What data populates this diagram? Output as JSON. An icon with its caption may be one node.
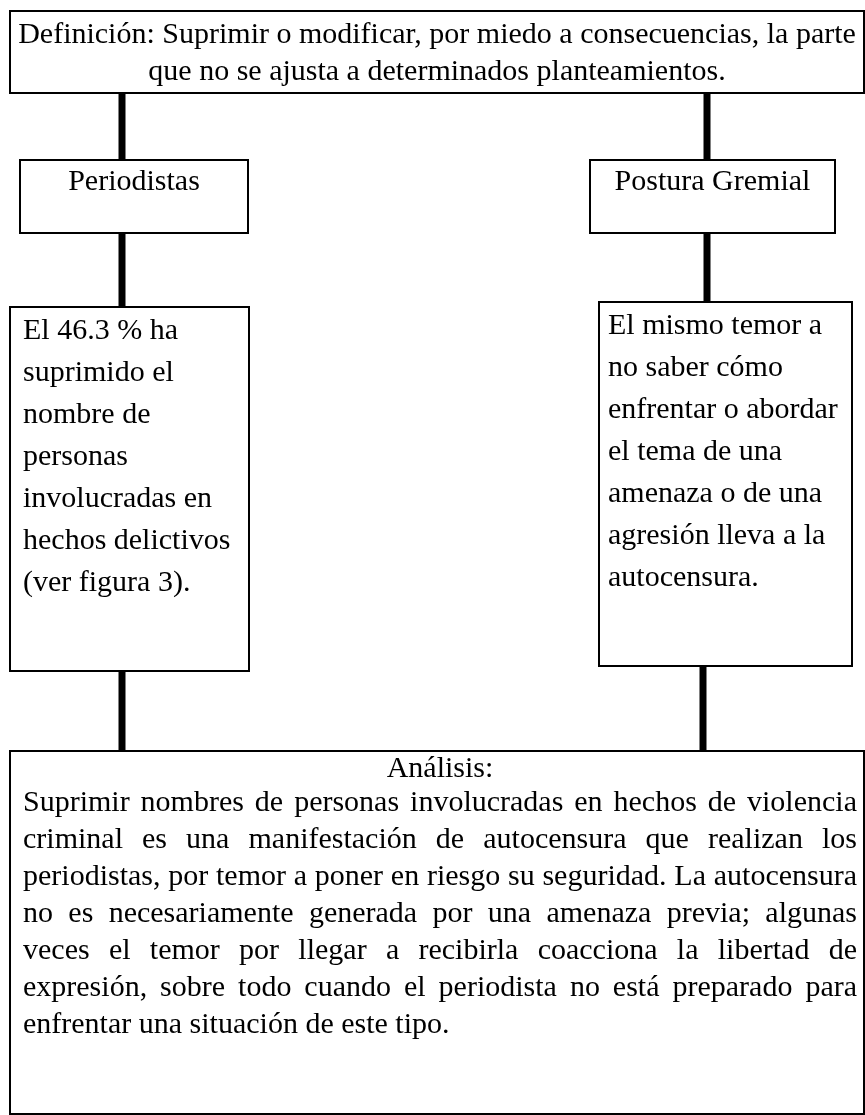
{
  "diagram": {
    "nodes": [
      {
        "text": [
          "Definición: Suprimir o modificar, por miedo a consecuencias, la parte que no se ajusta a determinados planteamientos."
        ]
      },
      {
        "text": [
          "Periodistas"
        ]
      },
      {
        "text": [
          "Postura Gremial"
        ]
      },
      {
        "text": [
          "El 46.3 % ha suprimido el nombre de personas involucradas en hechos delictivos (ver figura 3)."
        ]
      },
      {
        "text": [
          "El mismo temor a no saber cómo enfrentar o abordar el tema de una amenaza o de una agresión lleva a la autocensura."
        ]
      },
      {
        "text": [
          "Análisis:",
          "Suprimir nombres de personas involucradas en hechos de violencia criminal es una manifestación de autocensura que realizan los periodistas, por temor a poner en riesgo su seguridad. La autocensura no es necesariamente generada por una amenaza previa; algunas veces el temor por llegar a recibirla coacciona la libertad de expresión, sobre todo cuando el periodista no está preparado para enfrentar una situación de este tipo."
        ]
      }
    ],
    "edges": [
      {
        "from": 0,
        "to": 1,
        "arrow": "none"
      },
      {
        "from": 0,
        "to": 2,
        "arrow": "none"
      },
      {
        "from": 1,
        "to": 3,
        "arrow": "none"
      },
      {
        "from": 2,
        "to": 4,
        "arrow": "none"
      },
      {
        "from": 3,
        "to": 5,
        "arrow": "none"
      },
      {
        "from": 4,
        "to": 5,
        "arrow": "none"
      }
    ]
  }
}
